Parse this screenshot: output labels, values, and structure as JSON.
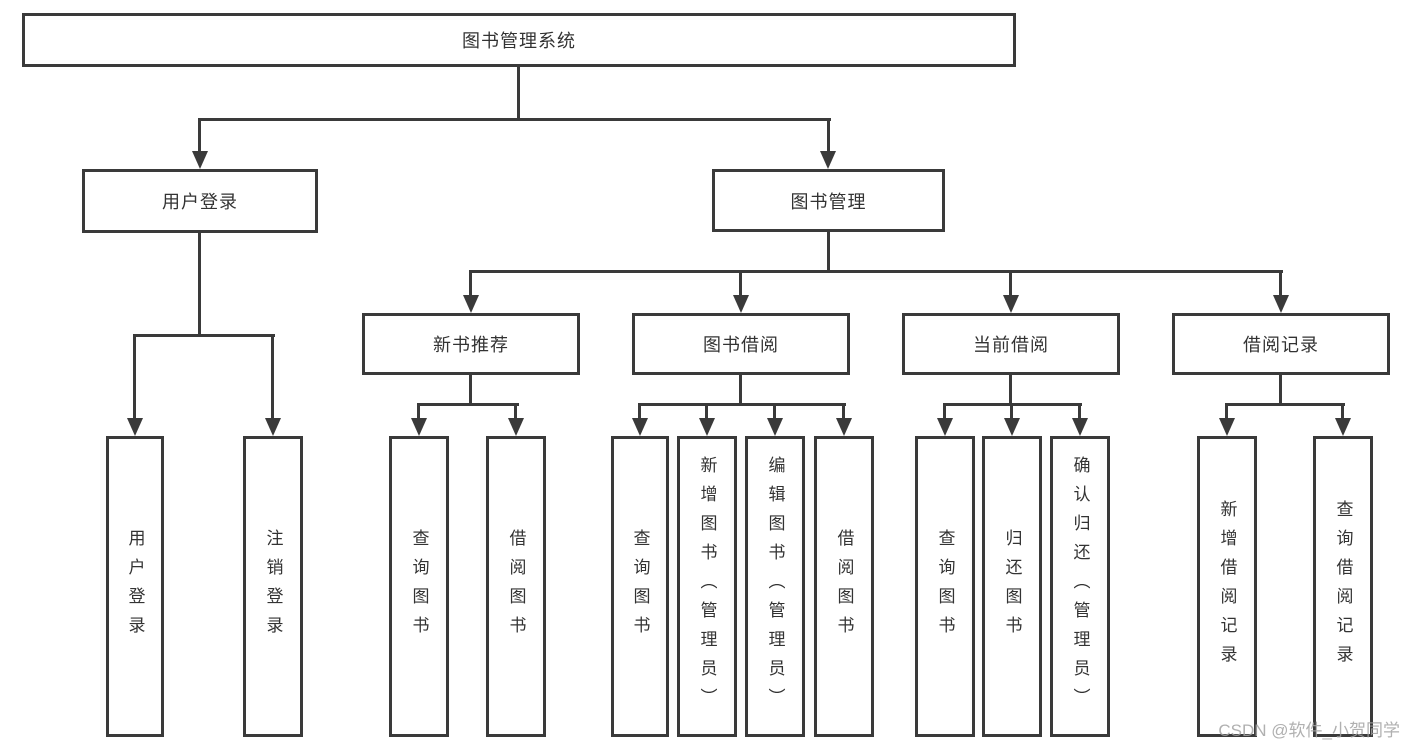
{
  "diagram_title": "图书管理系统",
  "tree": {
    "root": {
      "label": "图书管理系统"
    },
    "branches": [
      {
        "label": "用户登录",
        "children": [
          "用户登录",
          "注销登录"
        ]
      },
      {
        "label": "图书管理",
        "sections": [
          {
            "label": "新书推荐",
            "children": [
              "查询图书",
              "借阅图书"
            ]
          },
          {
            "label": "图书借阅",
            "children": [
              "查询图书",
              "新增图书（管理员）",
              "编辑图书（管理员）",
              "借阅图书"
            ]
          },
          {
            "label": "当前借阅",
            "children": [
              "查询图书",
              "归还图书",
              "确认归还（管理员）"
            ]
          },
          {
            "label": "借阅记录",
            "children": [
              "新增借阅记录",
              "查询借阅记录"
            ]
          }
        ]
      }
    ]
  },
  "watermark": "CSDN @软件_小贺同学",
  "colors": {
    "line": "#3a3a3a",
    "text": "#333333",
    "watermark": "#a3a3a3",
    "background": "#ffffff"
  }
}
